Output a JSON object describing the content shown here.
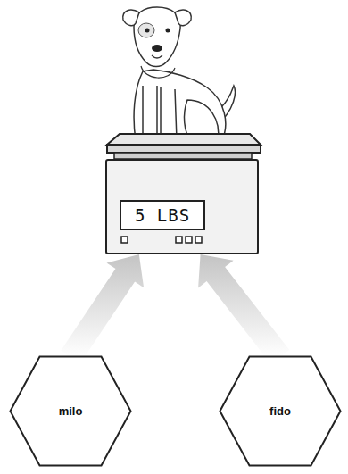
{
  "diagram": {
    "nodes": [
      {
        "text": [
          "5 LBS"
        ]
      },
      {
        "text": [
          "milo"
        ]
      },
      {
        "text": [
          "fido"
        ]
      }
    ],
    "edges": [
      {
        "from": 1,
        "to": 0,
        "arrow": "to"
      },
      {
        "from": 2,
        "to": 0,
        "arrow": "to"
      }
    ]
  }
}
